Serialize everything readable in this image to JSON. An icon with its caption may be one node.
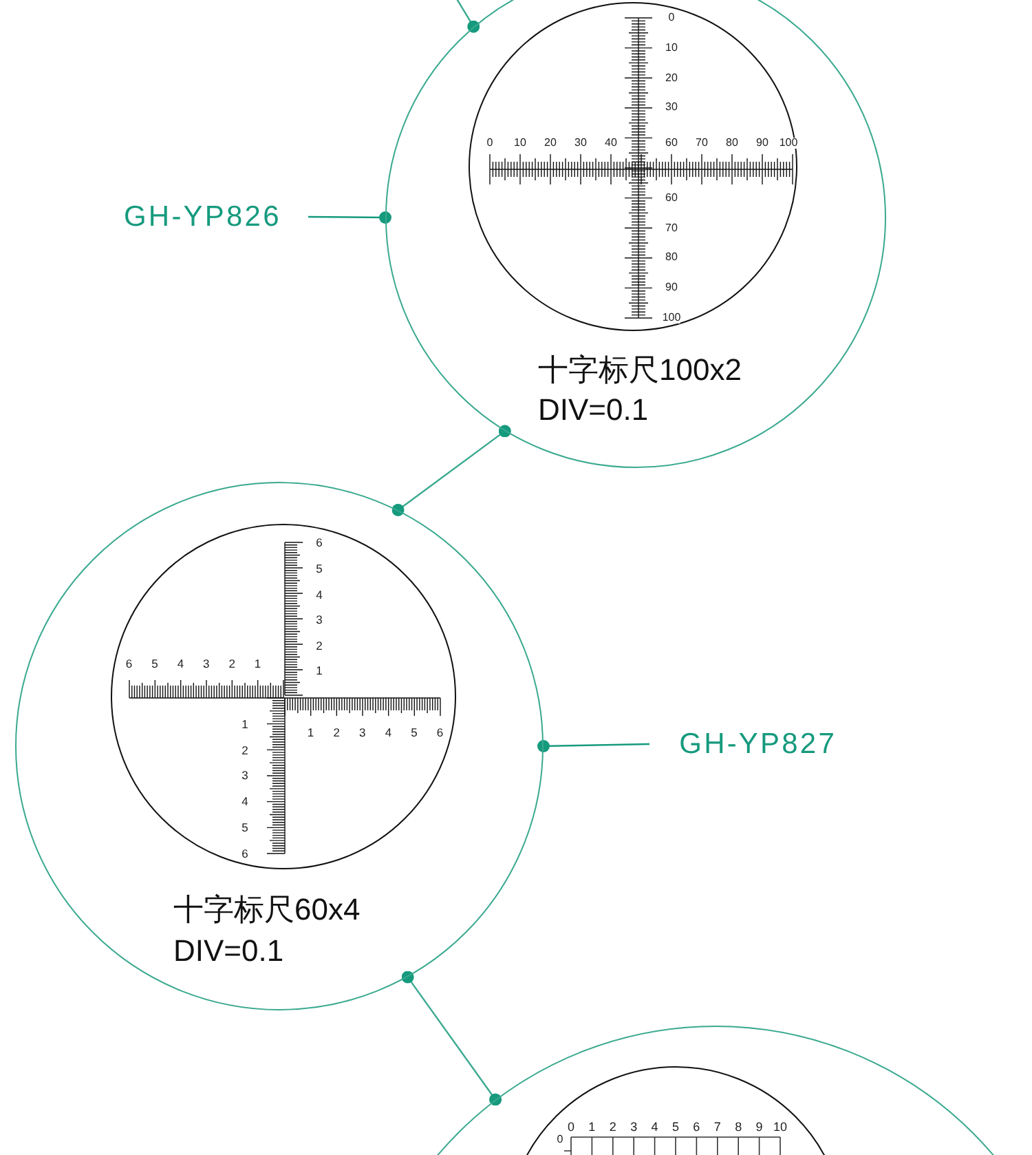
{
  "diagram": {
    "nodes": [
      {
        "text": [
          "十字标尺100x2",
          "DIV=0.1"
        ]
      },
      {
        "text": [
          "GH-YP826"
        ]
      },
      {
        "text": [
          "十字标尺60x4",
          "DIV=0.1"
        ]
      },
      {
        "text": [
          "GH-YP827"
        ]
      },
      {
        "text": [],
        "shape": "circle"
      }
    ],
    "edges": [
      {
        "from": null,
        "to": 0,
        "arrow": "other"
      },
      {
        "from": 1,
        "to": 0,
        "arrow": "other"
      },
      {
        "from": 0,
        "to": 2,
        "arrow": "other"
      },
      {
        "from": 3,
        "to": 2,
        "arrow": "other"
      },
      {
        "from": 2,
        "to": 4,
        "arrow": "other"
      }
    ],
    "labels": [
      "0",
      "10",
      "20",
      "30",
      "0",
      "10",
      "20",
      "30",
      "40",
      "60",
      "70",
      "80",
      "90",
      "100",
      "60",
      "70",
      "80",
      "90",
      "100",
      "6",
      "5",
      "4",
      "3",
      "2",
      "1",
      "6",
      "5",
      "4",
      "3",
      "2",
      "1",
      "1",
      "2",
      "3",
      "4",
      "5",
      "6",
      "1",
      "2",
      "3",
      "4",
      "5",
      "6",
      "0",
      "1",
      "2",
      "3",
      "4",
      "5",
      "6",
      "7",
      "8",
      "9",
      "10",
      "0"
    ]
  }
}
